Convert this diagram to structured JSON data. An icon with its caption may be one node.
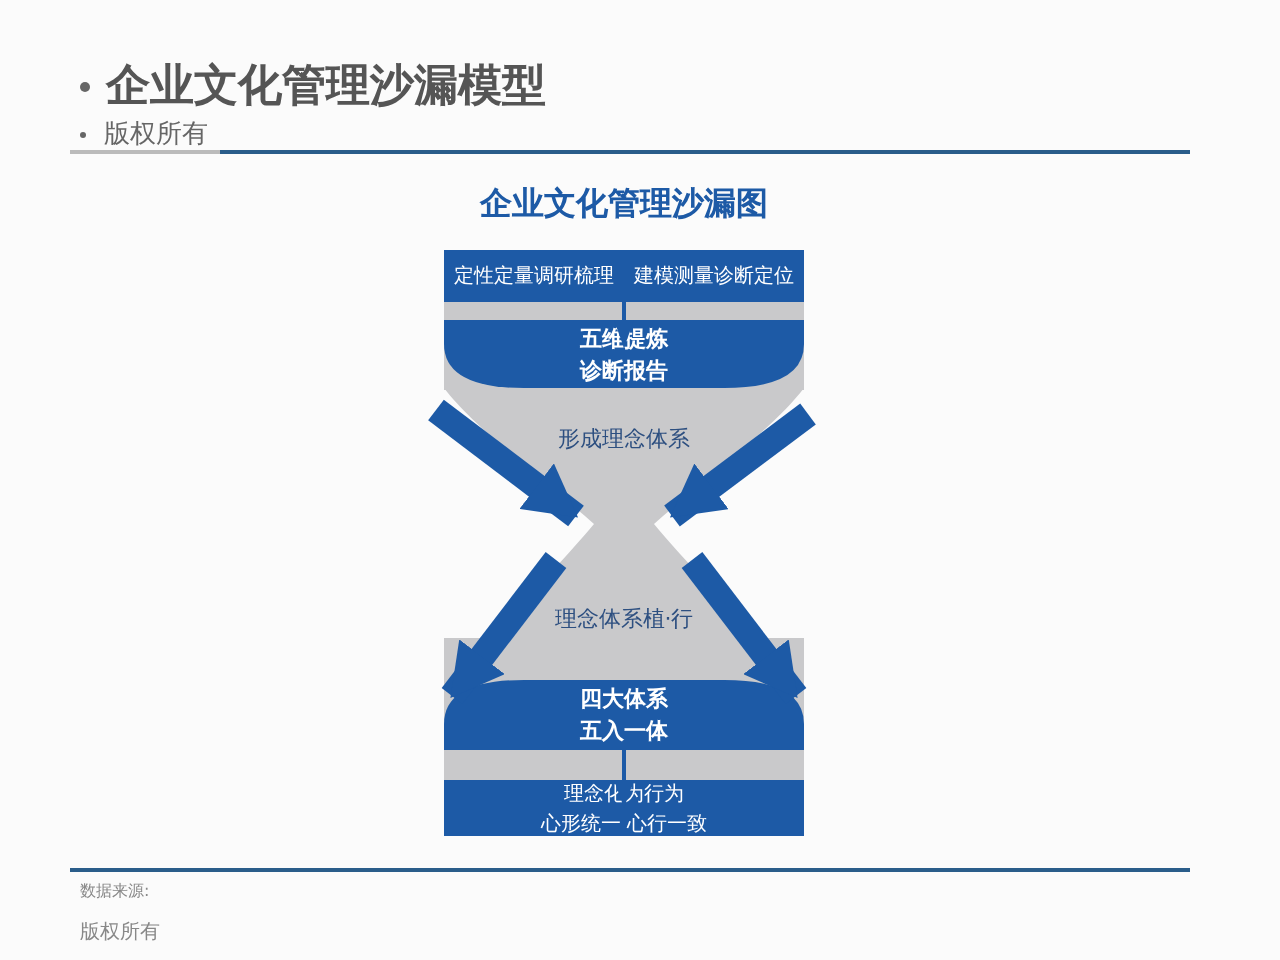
{
  "diagram": {
    "title": "企业文化管理沙漏模型",
    "nodes": [
      {
        "text": [
          "定性定量调研梳理",
          "建模测量诊断定位"
        ]
      },
      {
        "text": [
          "五维提炼",
          "诊断报告"
        ]
      },
      {
        "text": [
          "形成理念体系"
        ]
      },
      {
        "text": [
          "理念体系植·行"
        ]
      },
      {
        "text": [
          "四大体系",
          "五入一体"
        ]
      },
      {
        "text": [
          "理念化为行为",
          "心形统一 心行一致"
        ]
      }
    ],
    "edges": [
      {
        "from": 0,
        "to": 1,
        "arrow": "to"
      },
      {
        "from": 4,
        "to": 5,
        "arrow": "to"
      },
      {
        "from": null,
        "to": 2,
        "arrow": "to"
      },
      {
        "from": null,
        "to": 2,
        "arrow": "to"
      },
      {
        "from": 3,
        "to": 4,
        "arrow": "to"
      },
      {
        "from": 3,
        "to": 4,
        "arrow": "to"
      }
    ],
    "labels": [
      "版权所有",
      "企业文化管理沙漏图",
      "数据来源:",
      "版权所有"
    ]
  }
}
